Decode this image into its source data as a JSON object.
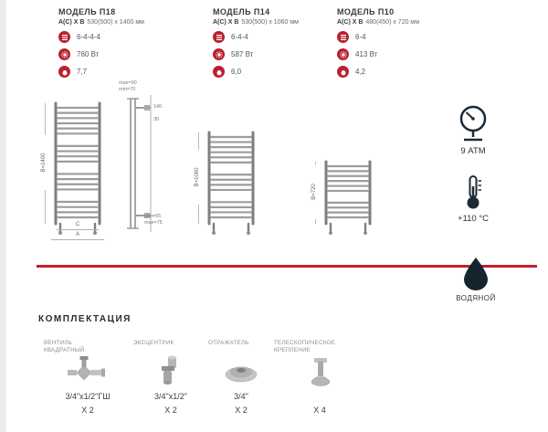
{
  "models": [
    {
      "title": "МОДЕЛЬ П18",
      "dims_bold": "А(С) Х В",
      "dims_rest": "530(500) х 1400 мм",
      "sections": "6-4-4-4",
      "power": "760 Вт",
      "volume": "7,7",
      "b_label": "B=1400",
      "height_mm": 1400
    },
    {
      "title": "МОДЕЛЬ П14",
      "dims_bold": "А(С) Х В",
      "dims_rest": "530(500) х 1060 мм",
      "sections": "6-4-4",
      "power": "587 Вт",
      "volume": "6,0",
      "b_label": "B=1060",
      "height_mm": 1060
    },
    {
      "title": "МОДЕЛЬ П10",
      "dims_bold": "А(С) Х В",
      "dims_rest": "480(450) х 720 мм",
      "sections": "6-4",
      "power": "413 Вт",
      "volume": "4,2",
      "b_label": "B=720",
      "height_mm": 720
    }
  ],
  "drawing": {
    "ann_max_top": "max=90",
    "ann_min_top": "min=70",
    "ann_140": "140",
    "ann_30": "30",
    "ann_min_bottom": "min=55",
    "ann_max_bottom": "max=75",
    "dim_c": "C",
    "dim_a": "A"
  },
  "specs_right": {
    "pressure": "9 АТМ",
    "temperature": "+110 °C",
    "type_label": "ВОДЯНОЙ"
  },
  "kit": {
    "title": "КОМПЛЕКТАЦИЯ",
    "items": [
      {
        "name": "ВЕНТИЛЬ КВАДРАТНЫЙ",
        "size": "3/4\"x1/2\"ГШ",
        "qty": "Х 2"
      },
      {
        "name": "ЭКСЦЕНТРИК",
        "size": "3/4\"x1/2\"",
        "qty": "Х 2"
      },
      {
        "name": "ОТРАЖАТЕЛЬ",
        "size": "3/4\"",
        "qty": "Х 2"
      },
      {
        "name": "ТЕЛЕСКОПИЧЕСКОЕ КРЕПЛЕНИЕ",
        "size": "",
        "qty": "Х 4"
      }
    ]
  },
  "colors": {
    "accent": "#c01f2f",
    "badge": "#b92031",
    "dark_icon": "#1d2a36"
  }
}
